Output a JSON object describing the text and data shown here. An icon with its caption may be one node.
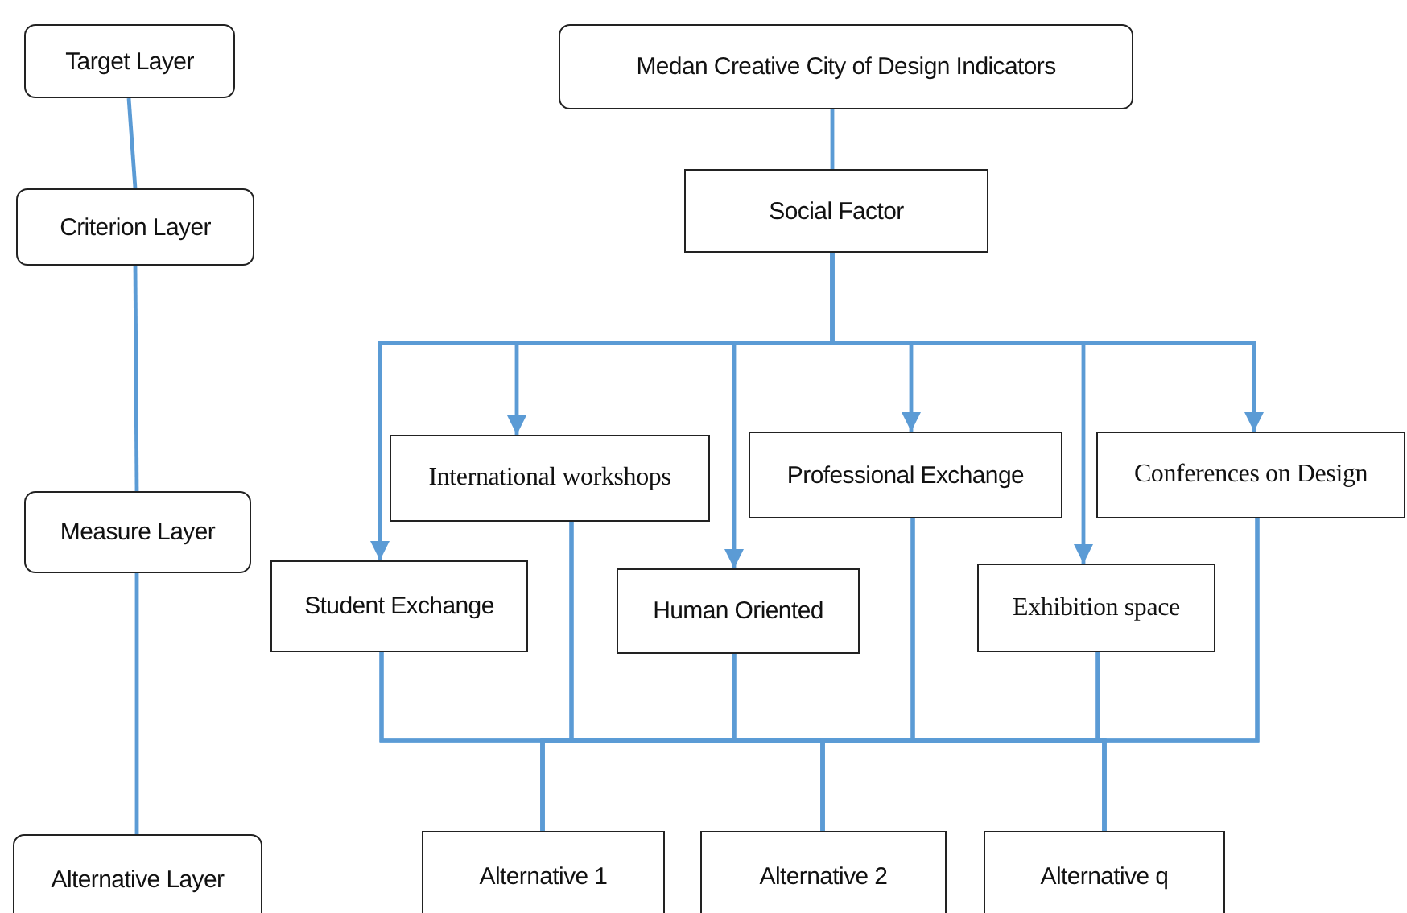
{
  "diagram": {
    "nodes": [
      {
        "text": [
          "Target Layer"
        ]
      },
      {
        "text": [
          "Criterion Layer"
        ]
      },
      {
        "text": [
          "Measure Layer"
        ]
      },
      {
        "text": [
          "Alternative Layer"
        ]
      },
      {
        "text": [
          "Medan Creative City of Design Indicators"
        ]
      },
      {
        "text": [
          "Social Factor"
        ]
      },
      {
        "text": [
          "Student Exchange"
        ]
      },
      {
        "text": [
          "International workshops"
        ]
      },
      {
        "text": [
          "Human Oriented"
        ]
      },
      {
        "text": [
          "Professional Exchange"
        ]
      },
      {
        "text": [
          "Exhibition space"
        ]
      },
      {
        "text": [
          "Conferences on Design"
        ]
      },
      {
        "text": [
          "Alternative 1"
        ]
      },
      {
        "text": [
          "Alternative 2"
        ]
      },
      {
        "text": [
          "Alternative q"
        ]
      }
    ],
    "edges": [
      {
        "from": 0,
        "to": 1,
        "arrow": "none"
      },
      {
        "from": 1,
        "to": 2,
        "arrow": "none"
      },
      {
        "from": 2,
        "to": 3,
        "arrow": "none"
      },
      {
        "from": 4,
        "to": 5,
        "arrow": "none"
      },
      {
        "from": 5,
        "to": 6,
        "arrow": "to"
      },
      {
        "from": 5,
        "to": 7,
        "arrow": "to"
      },
      {
        "from": 5,
        "to": 8,
        "arrow": "to"
      },
      {
        "from": 5,
        "to": 9,
        "arrow": "to"
      },
      {
        "from": 5,
        "to": 10,
        "arrow": "to"
      },
      {
        "from": 5,
        "to": 11,
        "arrow": "to"
      },
      {
        "from": 6,
        "to": 12,
        "arrow": "none"
      },
      {
        "from": 6,
        "to": 13,
        "arrow": "none"
      },
      {
        "from": 6,
        "to": 14,
        "arrow": "none"
      },
      {
        "from": 7,
        "to": 12,
        "arrow": "none"
      },
      {
        "from": 7,
        "to": 13,
        "arrow": "none"
      },
      {
        "from": 7,
        "to": 14,
        "arrow": "none"
      },
      {
        "from": 8,
        "to": 12,
        "arrow": "none"
      },
      {
        "from": 8,
        "to": 13,
        "arrow": "none"
      },
      {
        "from": 8,
        "to": 14,
        "arrow": "none"
      },
      {
        "from": 9,
        "to": 12,
        "arrow": "none"
      },
      {
        "from": 9,
        "to": 13,
        "arrow": "none"
      },
      {
        "from": 9,
        "to": 14,
        "arrow": "none"
      },
      {
        "from": 10,
        "to": 12,
        "arrow": "none"
      },
      {
        "from": 10,
        "to": 13,
        "arrow": "none"
      },
      {
        "from": 10,
        "to": 14,
        "arrow": "none"
      },
      {
        "from": 11,
        "to": 12,
        "arrow": "none"
      },
      {
        "from": 11,
        "to": 13,
        "arrow": "none"
      },
      {
        "from": 11,
        "to": 14,
        "arrow": "none"
      }
    ]
  }
}
